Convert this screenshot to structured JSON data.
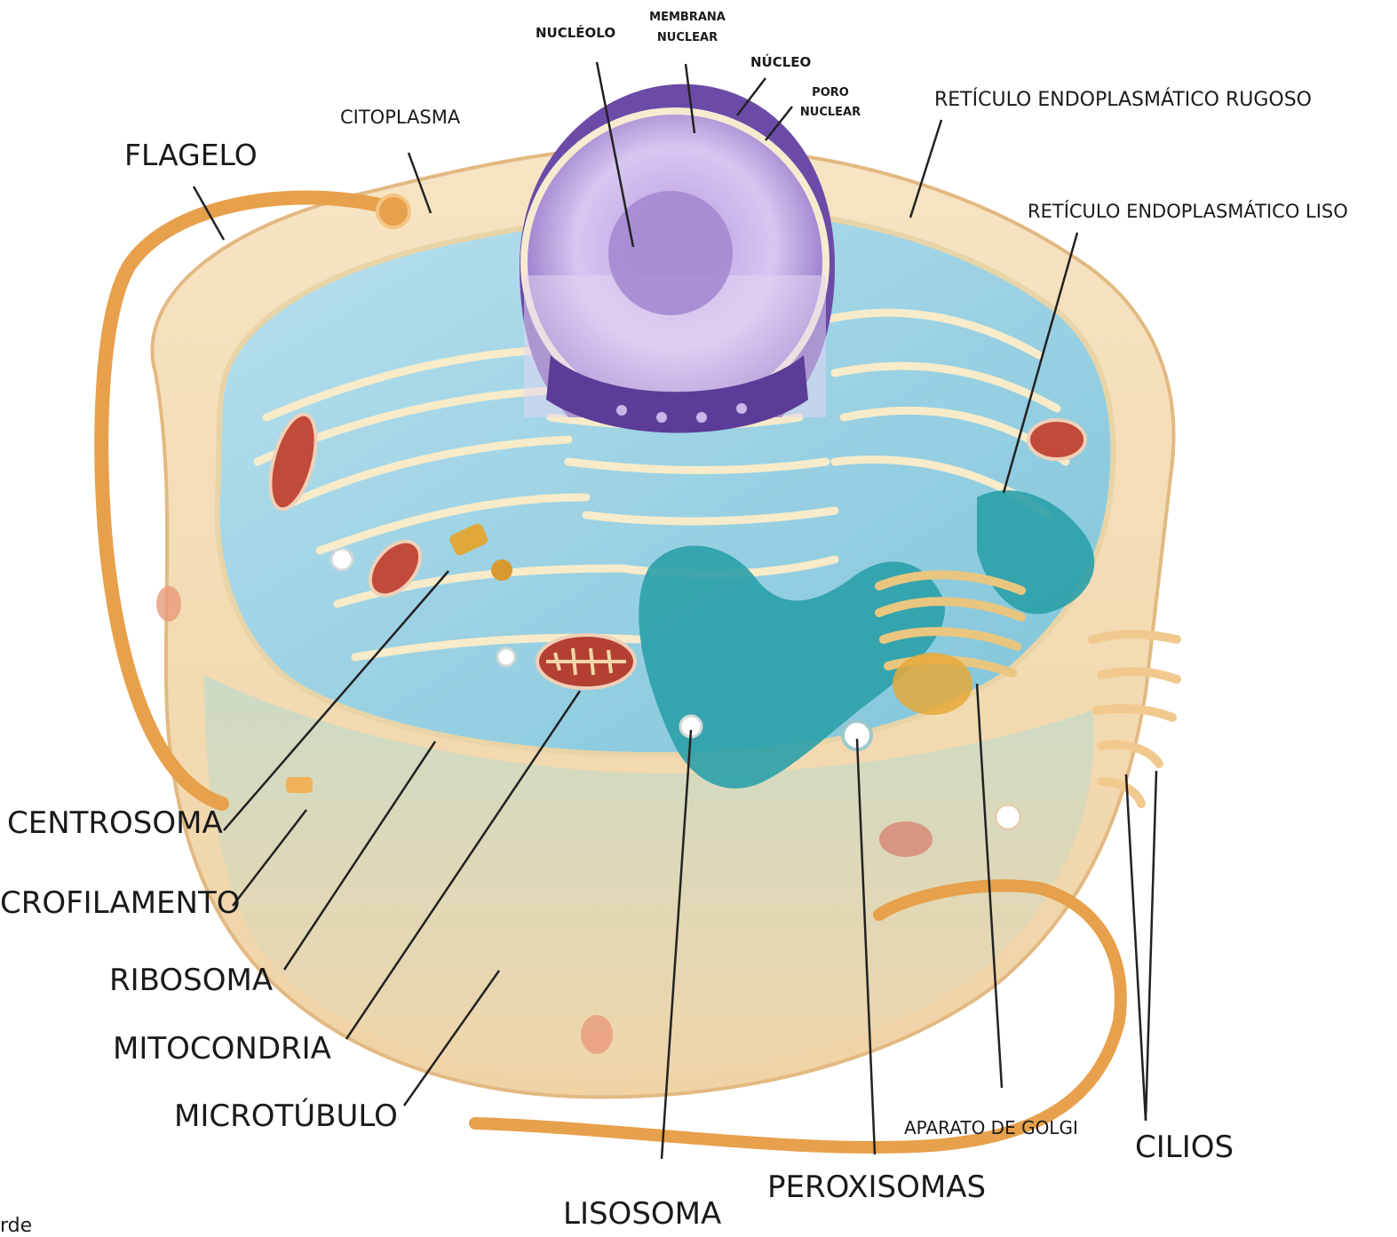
{
  "labels": {
    "nucleolo": "NUCLÉOLO",
    "membrana_nuclear_1": "MEMBRANA",
    "membrana_nuclear_2": "NUCLEAR",
    "nucleo": "NÚCLEO",
    "poro_nuclear_1": "PORO",
    "poro_nuclear_2": "NUCLEAR",
    "citoplasma": "CITOPLASMA",
    "flagelo": "FLAGELO",
    "reticulo_rugoso": "RETÍCULO ENDOPLASMÁTICO RUGOSO",
    "reticulo_liso": "RETÍCULO ENDOPLASMÁTICO LISO",
    "centrosoma": "CENTROSOMA",
    "microfilamento": "CROFILAMENTO",
    "ribosoma": "RIBOSOMA",
    "mitocondria": "MITOCONDRIA",
    "microtubulo": "MICROTÚBULO",
    "lisosoma": "LISOSOMA",
    "peroxisomas": "PEROXISOMAS",
    "aparato_golgi": "APARATO DE GOLGI",
    "cilios": "CILIOS",
    "corner_fragment": "rde"
  },
  "colors": {
    "cytoplasm": "#cfeaf2",
    "cell_outer": "#f3d9b1",
    "nucleus": "#9b7fc9",
    "nucleus_inner": "#d9c8ef",
    "er": "#7ec6dc",
    "er_dark": "#2f9aa8",
    "golgi": "#e7c27a",
    "mitochondria": "#c24a3a",
    "flagellum": "#e8a24b",
    "leader_line": "#222222"
  }
}
